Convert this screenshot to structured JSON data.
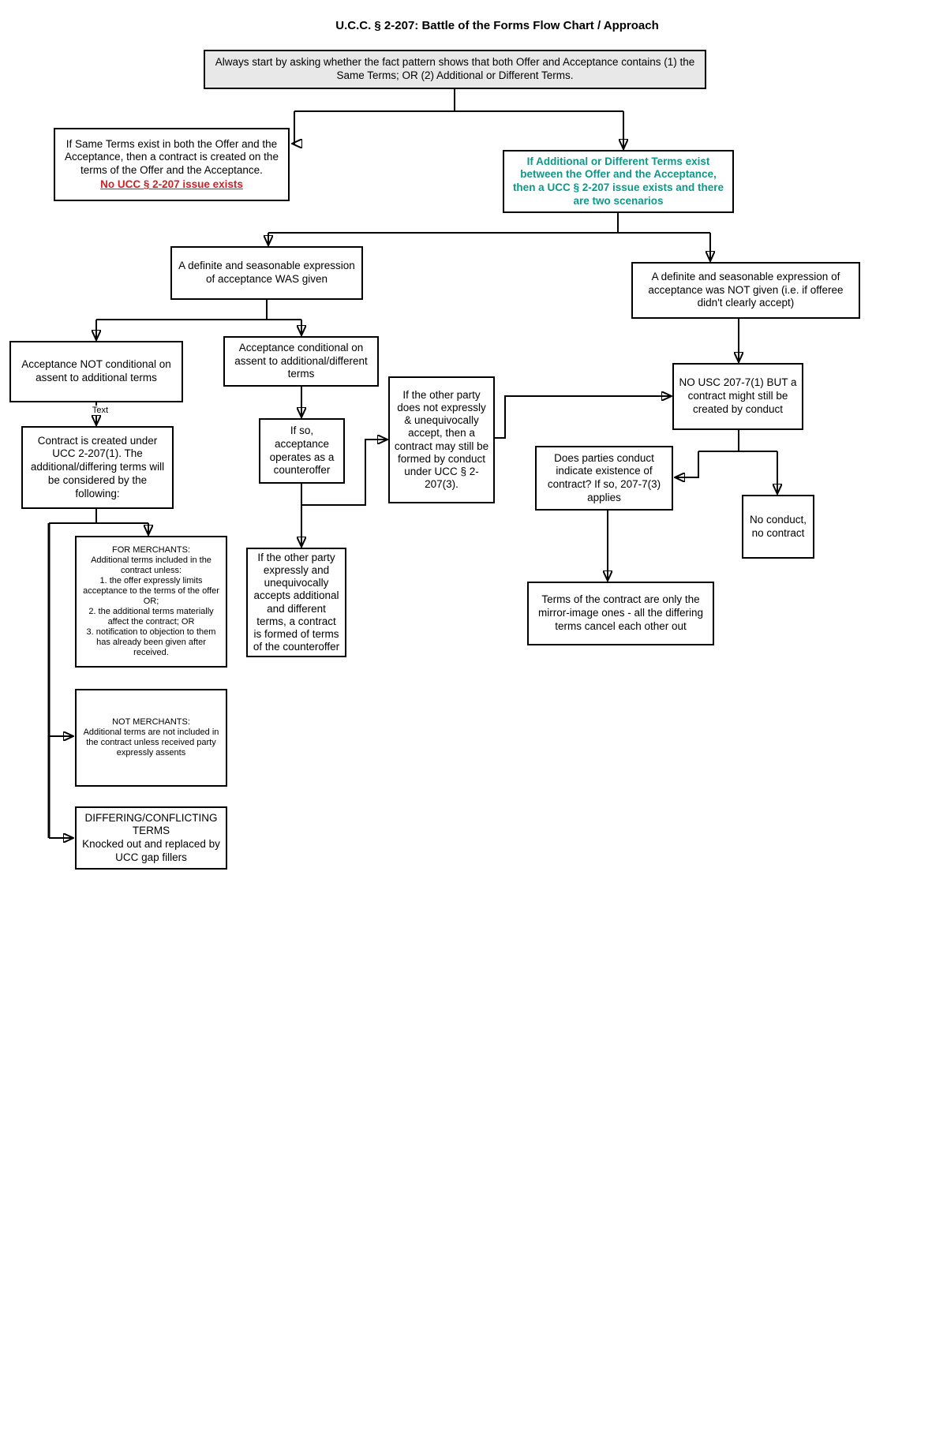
{
  "title": "U.C.C. § 2-207: Battle of the Forms Flow Chart / Approach",
  "colors": {
    "highlight_red": "#cc2127",
    "emphasis_green": "#0e9888",
    "start_fill": "#e8e8e8",
    "line": "#000000"
  },
  "nodes": {
    "start": {
      "text": "Always start by asking whether the fact pattern shows that both Offer and Acceptance contains (1) the Same Terms; OR (2) Additional or Different Terms."
    },
    "same_terms": {
      "text": "If Same Terms exist in both the Offer and the Acceptance, then a contract is created on the terms of  the Offer and the Acceptance.",
      "highlight": "No UCC § 2-207 issue exists"
    },
    "diff_terms": {
      "text": "If Additional or Different Terms exist between the Offer and the Acceptance, then a UCC § 2-207 issue exists and there are two scenarios"
    },
    "was_given": {
      "text": "A definite and seasonable expression of acceptance WAS given"
    },
    "not_given": {
      "text": "A definite and seasonable expression of acceptance was NOT given (i.e. if offeree didn't clearly accept)"
    },
    "not_conditional": {
      "text": "Acceptance NOT conditional on assent to additional terms"
    },
    "conditional": {
      "text": "Acceptance conditional on assent to additional/different terms"
    },
    "text_label": {
      "text": "Text"
    },
    "contract_created": {
      "text": "Contract is created under UCC 2-207(1). The additional/differing terms will be considered by the following:"
    },
    "counteroffer": {
      "text": "If so, acceptance operates as a counteroffer"
    },
    "no_express_accept": {
      "text": "If the other party does not expressly & unequivocally accept, then a contract may still be formed by conduct under UCC § 2-207(3)."
    },
    "no_usc": {
      "text": "NO USC 207-7(1) BUT a contract might still be created by conduct"
    },
    "conduct_question": {
      "text": "Does parties conduct indicate existence of contract? If so, 207-7(3) applies"
    },
    "no_conduct": {
      "text": "No conduct, no contract"
    },
    "for_merchants": {
      "text": "FOR MERCHANTS:\nAdditional terms included in the contract unless:\n1. the offer expressly limits acceptance to the terms of the offer OR;\n2. the additional terms materially affect the contract; OR\n3. notification to objection to them has already been given after received."
    },
    "express_accept": {
      "text": "If the other party expressly and unequivocally accepts additional and different terms, a contract is formed of terms of the counteroffer"
    },
    "mirror_image": {
      "text": "Terms of the contract are only the mirror-image ones - all the differing terms cancel each other out"
    },
    "not_merchants": {
      "text": "NOT MERCHANTS:\nAdditional terms are not included in the contract unless received party expressly assents"
    },
    "differing": {
      "text": "DIFFERING/CONFLICTING TERMS\nKnocked out and replaced by UCC gap fillers"
    }
  }
}
